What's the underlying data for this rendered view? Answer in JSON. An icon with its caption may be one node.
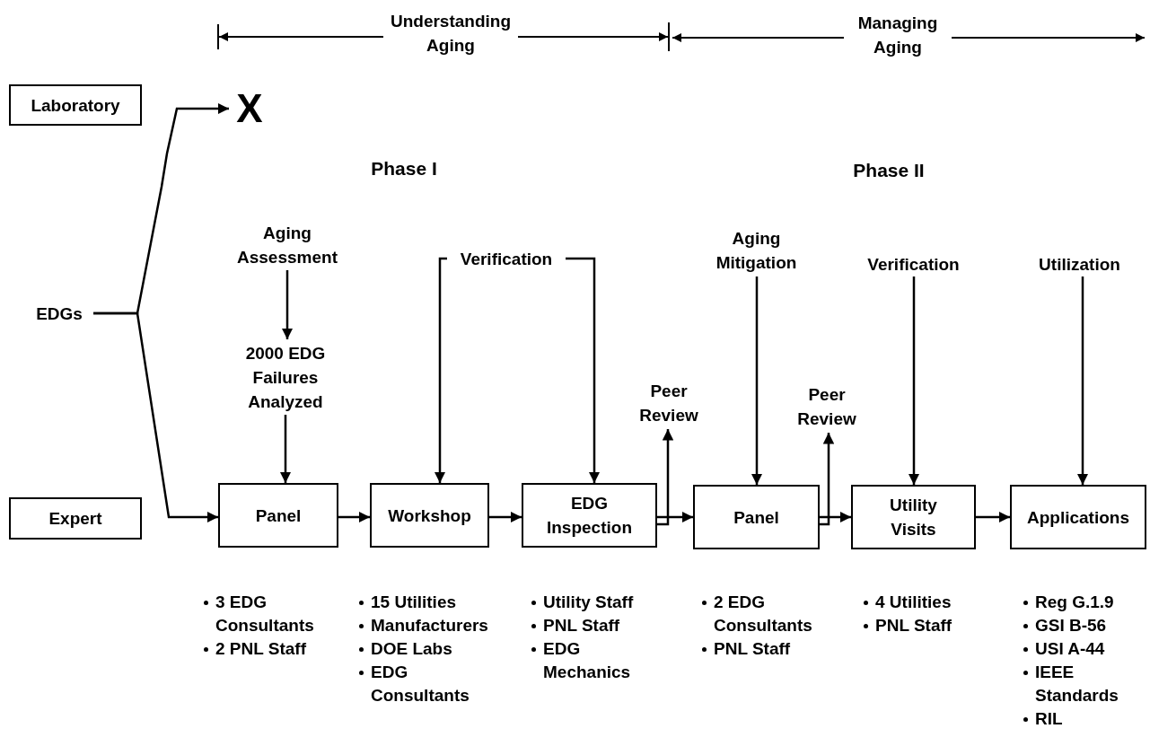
{
  "diagram": {
    "nodes": [
      {
        "text": [
          "Laboratory"
        ]
      },
      {
        "text": [
          "Expert"
        ]
      },
      {
        "text": [
          "EDGs"
        ]
      },
      {
        "text": [
          "X"
        ]
      },
      {
        "text": [
          "Aging Assessment"
        ]
      },
      {
        "text": [
          "2000 EDG Failures Analyzed"
        ]
      },
      {
        "text": [
          "Panel"
        ],
        "beside": [
          "3 EDG Consultants",
          "2 PNL Staff"
        ]
      },
      {
        "text": [
          "Workshop"
        ],
        "beside": [
          "15 Utilities",
          "Manufacturers",
          "DOE Labs",
          "EDG Consultants"
        ]
      },
      {
        "text": [
          "EDG Inspection"
        ],
        "beside": [
          "Utility Staff",
          "PNL Staff",
          "EDG Mechanics"
        ]
      },
      {
        "text": [
          "Panel"
        ],
        "beside": [
          "2 EDG Consultants",
          "PNL Staff"
        ]
      },
      {
        "text": [
          "Utility Visits"
        ],
        "beside": [
          "4 Utilities",
          "PNL Staff"
        ]
      },
      {
        "text": [
          "Applications"
        ],
        "beside": [
          "Reg G.1.9",
          "GSI B-56",
          "USI A-44",
          "IEEE Standards",
          "RIL"
        ]
      },
      {
        "text": [
          "Verification"
        ]
      },
      {
        "text": [
          "Peer Review"
        ]
      },
      {
        "text": [
          "Aging Mitigation"
        ]
      },
      {
        "text": [
          "Peer Review"
        ]
      },
      {
        "text": [
          "Verification"
        ]
      },
      {
        "text": [
          "Utilization"
        ]
      }
    ],
    "edges": [
      {
        "from": 2,
        "to": 3,
        "arrow": "to"
      },
      {
        "from": 2,
        "to": 6,
        "arrow": "to"
      },
      {
        "from": 4,
        "to": 5,
        "arrow": "to"
      },
      {
        "from": 5,
        "to": 6,
        "arrow": "to"
      },
      {
        "from": 12,
        "to": 7,
        "arrow": "to"
      },
      {
        "from": 12,
        "to": 8,
        "arrow": "to"
      },
      {
        "from": 6,
        "to": 7,
        "arrow": "to"
      },
      {
        "from": 7,
        "to": 8,
        "arrow": "to"
      },
      {
        "from": 8,
        "to": 9,
        "arrow": "to"
      },
      {
        "from": 8,
        "to": 13,
        "arrow": "to"
      },
      {
        "from": 14,
        "to": 9,
        "arrow": "to"
      },
      {
        "from": 9,
        "to": 10,
        "arrow": "to"
      },
      {
        "from": 9,
        "to": 15,
        "arrow": "to"
      },
      {
        "from": 16,
        "to": 10,
        "arrow": "to"
      },
      {
        "from": 10,
        "to": 11,
        "arrow": "to"
      },
      {
        "from": 17,
        "to": 11,
        "arrow": "to"
      }
    ],
    "labels": [
      "Understanding Aging",
      "Managing Aging",
      "Phase I",
      "Phase II"
    ]
  }
}
